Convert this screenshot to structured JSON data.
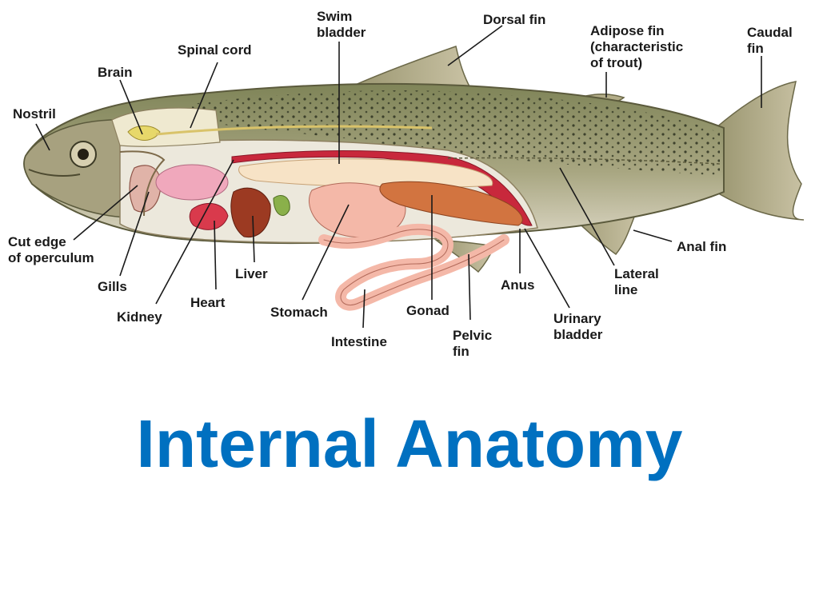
{
  "title": "Internal Anatomy",
  "colors": {
    "title": "#0070c0",
    "body_back": "#8a8b62",
    "body_belly": "#d9d4c0",
    "organ_pink": "#f0a8a8",
    "organ_red": "#c8283c",
    "liver": "#9c3a22",
    "gonad": "#d27440",
    "gall": "#8ab04a"
  },
  "labels": {
    "swim_bladder": [
      "Swim",
      "bladder"
    ],
    "dorsal_fin": "Dorsal fin",
    "adipose_fin": [
      "Adipose fin",
      "(characteristic",
      "of trout)"
    ],
    "caudal_fin": [
      "Caudal",
      "fin"
    ],
    "spinal_cord": "Spinal cord",
    "brain": "Brain",
    "nostril": "Nostril",
    "cut_edge": [
      "Cut edge",
      "of operculum"
    ],
    "gills": "Gills",
    "kidney": "Kidney",
    "heart": "Heart",
    "liver": "Liver",
    "stomach": "Stomach",
    "intestine": "Intestine",
    "gonad": "Gonad",
    "pelvic_fin": [
      "Pelvic",
      "fin"
    ],
    "anus": "Anus",
    "urinary_bladder": [
      "Urinary",
      "bladder"
    ],
    "lateral_line": [
      "Lateral",
      "line"
    ],
    "anal_fin": "Anal fin"
  }
}
